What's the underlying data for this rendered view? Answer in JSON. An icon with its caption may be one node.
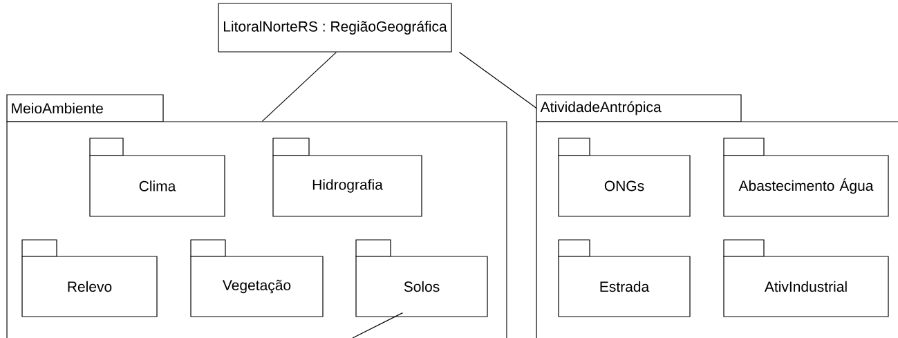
{
  "diagram": {
    "nodes": [
      {
        "text": [
          "LitoralNorteRS : RegiãoGeográfica"
        ]
      },
      {
        "text": [
          "MeioAmbiente"
        ]
      },
      {
        "text": [
          "Clima"
        ],
        "in": 1
      },
      {
        "text": [
          "Hidrografia"
        ],
        "in": 1
      },
      {
        "text": [
          "Relevo"
        ],
        "in": 1
      },
      {
        "text": [
          "Vegetação"
        ],
        "in": 1
      },
      {
        "text": [
          "Solos"
        ],
        "in": 1
      },
      {
        "text": [
          "AtividadeAntrópica"
        ]
      },
      {
        "text": [
          "ONGs"
        ],
        "in": 7
      },
      {
        "text": [
          "Abastecimento Água"
        ],
        "in": 7
      },
      {
        "text": [
          "Estrada"
        ],
        "in": 7
      },
      {
        "text": [
          "AtivIndustrial"
        ],
        "in": 7
      }
    ],
    "edges": [
      {
        "from": 0,
        "to": 1,
        "arrow": "none"
      },
      {
        "from": 0,
        "to": 7,
        "arrow": "none"
      },
      {
        "from": 6,
        "to": null,
        "arrow": "none"
      }
    ]
  }
}
